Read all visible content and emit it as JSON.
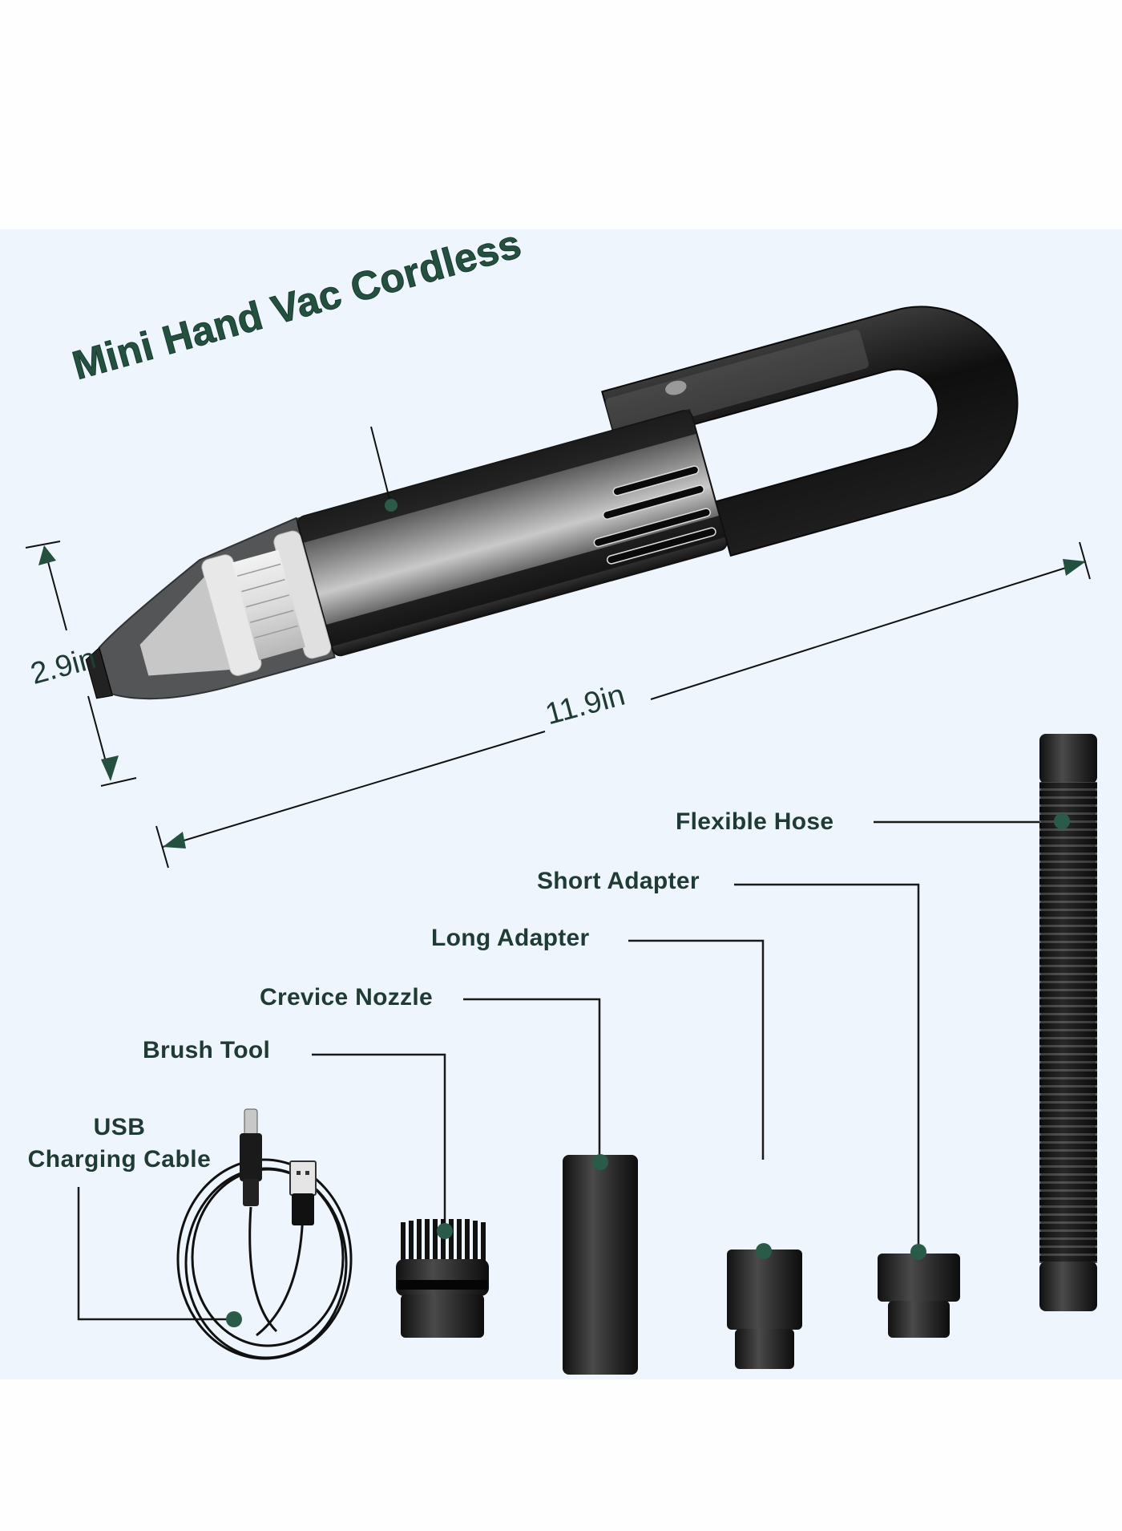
{
  "product": {
    "title": "Mini Hand Vac Cordless",
    "dimensions": {
      "height": "2.9in",
      "length": "11.9in"
    }
  },
  "accessories": [
    {
      "id": "flexible-hose",
      "label": "Flexible Hose"
    },
    {
      "id": "short-adapter",
      "label": "Short Adapter"
    },
    {
      "id": "long-adapter",
      "label": "Long Adapter"
    },
    {
      "id": "crevice-nozzle",
      "label": "Crevice Nozzle"
    },
    {
      "id": "brush-tool",
      "label": "Brush Tool"
    },
    {
      "id": "usb-charging-cable",
      "label_line1": "USB",
      "label_line2": "Charging Cable"
    }
  ],
  "colors": {
    "panel_background": "#eef5fc",
    "page_background": "#fefefe",
    "label_text": "#1f3b33",
    "title_text": "#24503f",
    "marker_dot": "#2a5a48",
    "leader_line": "#1a1a1a",
    "product_body": "#1c1c1c"
  }
}
